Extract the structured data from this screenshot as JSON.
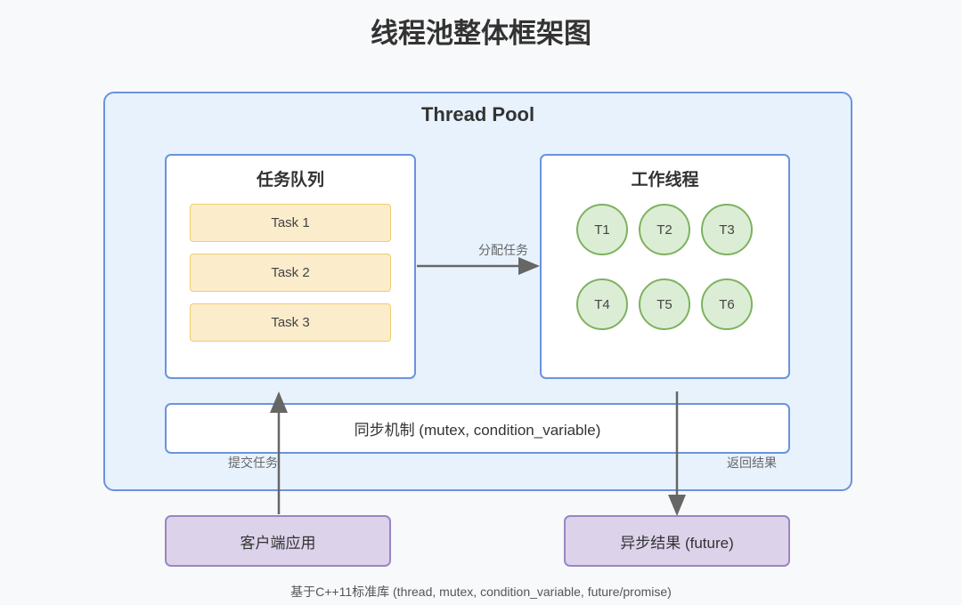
{
  "title": "线程池整体框架图",
  "pool": {
    "title": "Thread Pool",
    "queue": {
      "title": "任务队列",
      "tasks": [
        "Task 1",
        "Task 2",
        "Task 3"
      ]
    },
    "workers": {
      "title": "工作线程",
      "threads": [
        "T1",
        "T2",
        "T3",
        "T4",
        "T5",
        "T6"
      ]
    },
    "sync": "同步机制 (mutex, condition_variable)"
  },
  "external": {
    "client": "客户端应用",
    "result": "异步结果 (future)"
  },
  "arrows": {
    "dispatch": "分配任务",
    "submit": "提交任务",
    "return": "返回结果"
  },
  "footer": "基于C++11标准库 (thread, mutex, condition_variable, future/promise)",
  "colors": {
    "pool_bg": "#e8f2fd",
    "pool_border": "#6b93dd",
    "task_bg": "#fbeccb",
    "task_border": "#f0cd6c",
    "thread_bg": "#dcedd5",
    "thread_border": "#7db25f",
    "external_bg": "#dcd3ea",
    "external_border": "#9a86c4",
    "arrow": "#666666"
  }
}
